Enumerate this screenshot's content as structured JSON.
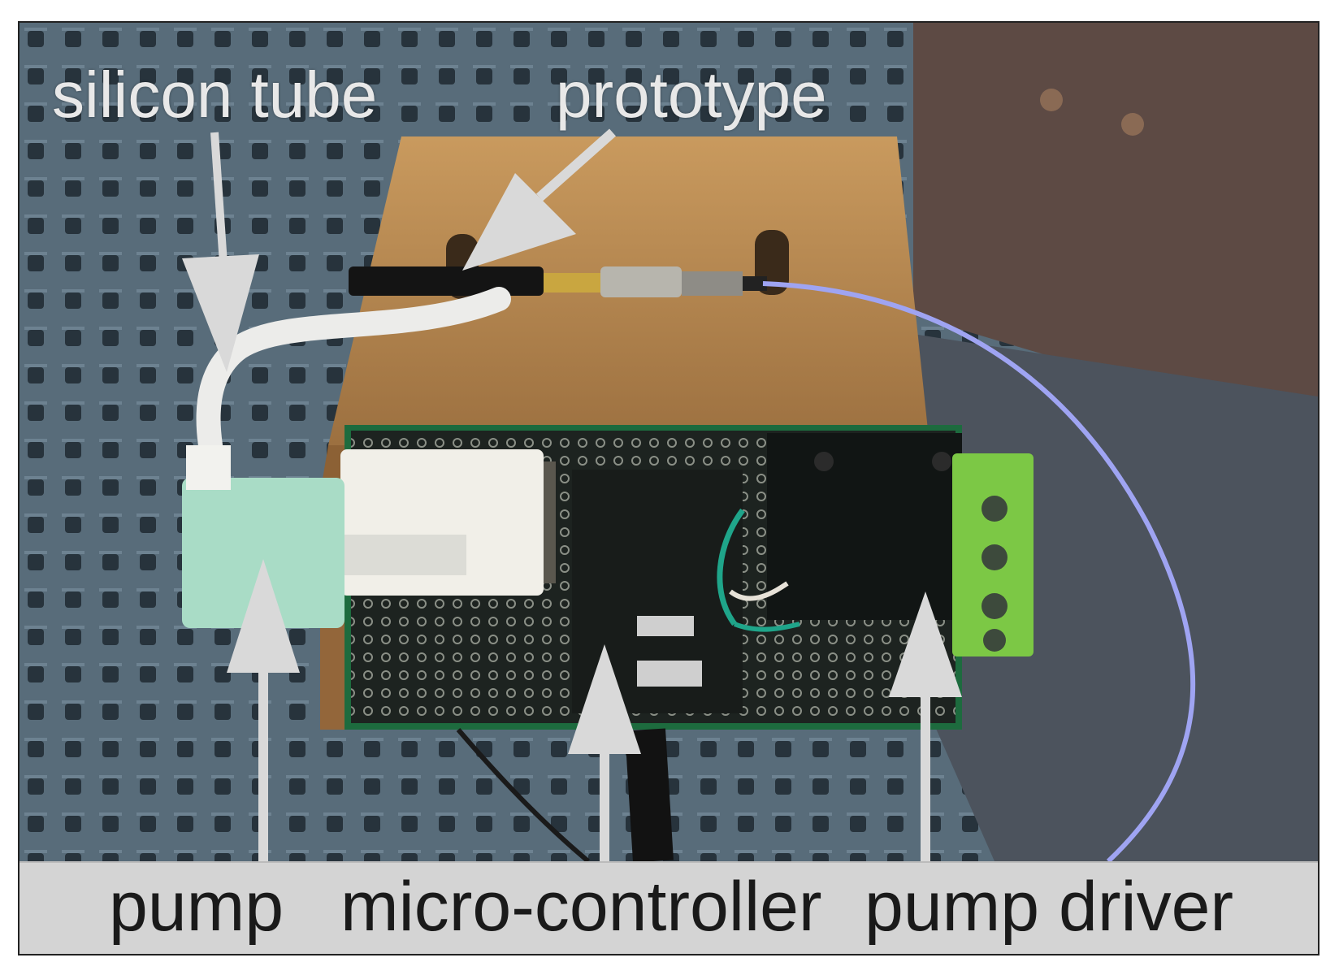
{
  "labels": {
    "silicon_tube": "silicon tube",
    "prototype": "prototype",
    "pump": "pump",
    "micro_controller": "micro-controller",
    "pump_driver": "pump driver"
  },
  "colors": {
    "arrow": "#d9d9d9",
    "caption_background": "#d4d4d4",
    "wood": "#b4864f",
    "pcb": "#1c2420",
    "pump_housing": "#a9dcc6",
    "terminal_block": "#7cc845",
    "coax_cable": "#9fa4f2"
  }
}
